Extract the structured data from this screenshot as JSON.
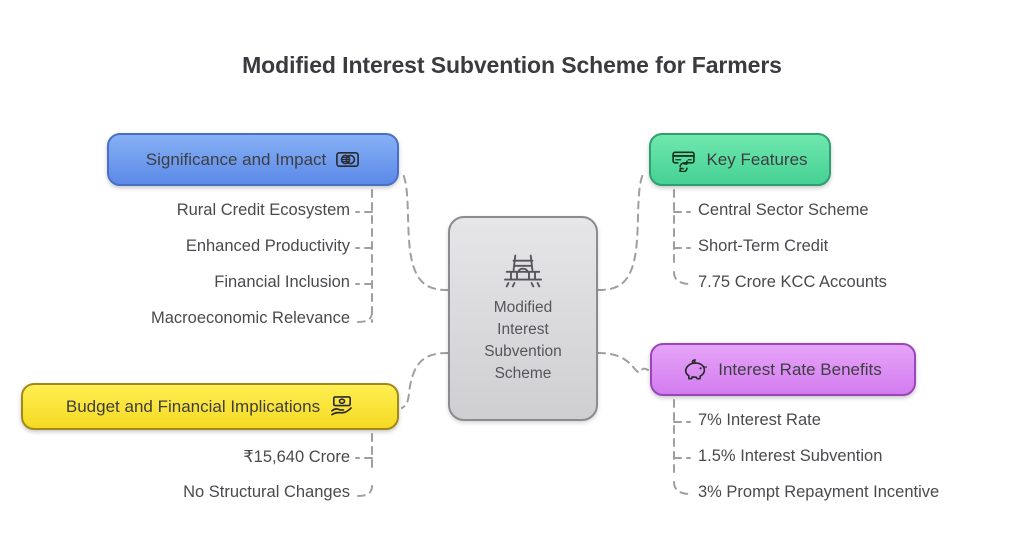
{
  "page": {
    "title": "Modified Interest Subvention Scheme for Farmers",
    "background": "#ffffff"
  },
  "center_node": {
    "label": "Modified\nInterest\nSubvention\nScheme",
    "icon": "bridge-icon",
    "fill_top": "#e6e6e8",
    "fill_bottom": "#cfcfd2",
    "border": "#8a8a8f"
  },
  "branches": [
    {
      "id": "significance",
      "label": "Significance and Impact",
      "icon": "banknote-icon",
      "icon_side": "right",
      "color": "#5b8ae8",
      "border": "#4a6fc4",
      "side": "left",
      "items": [
        "Rural Credit Ecosystem",
        "Enhanced Productivity",
        "Financial Inclusion",
        "Macroeconomic Relevance"
      ]
    },
    {
      "id": "budget",
      "label": "Budget and Financial Implications",
      "icon": "hand-money-icon",
      "icon_side": "right",
      "color": "#f5da22",
      "border": "#a08a1c",
      "side": "left",
      "items": [
        "₹15,640 Crore",
        "No Structural Changes"
      ]
    },
    {
      "id": "key-features",
      "label": "Key Features",
      "icon": "card-refresh-icon",
      "icon_side": "left",
      "color": "#46d194",
      "border": "#2f9e72",
      "side": "right",
      "items": [
        "Central Sector Scheme",
        "Short-Term Credit",
        "7.75 Crore KCC Accounts"
      ]
    },
    {
      "id": "interest-rate-benefits",
      "label": "Interest Rate Benefits",
      "icon": "piggy-bank-icon",
      "icon_side": "left",
      "color": "#d37cf0",
      "border": "#9a46bb",
      "side": "right",
      "items": [
        "7% Interest Rate",
        "1.5% Interest Subvention",
        "3% Prompt Repayment Incentive"
      ]
    }
  ]
}
